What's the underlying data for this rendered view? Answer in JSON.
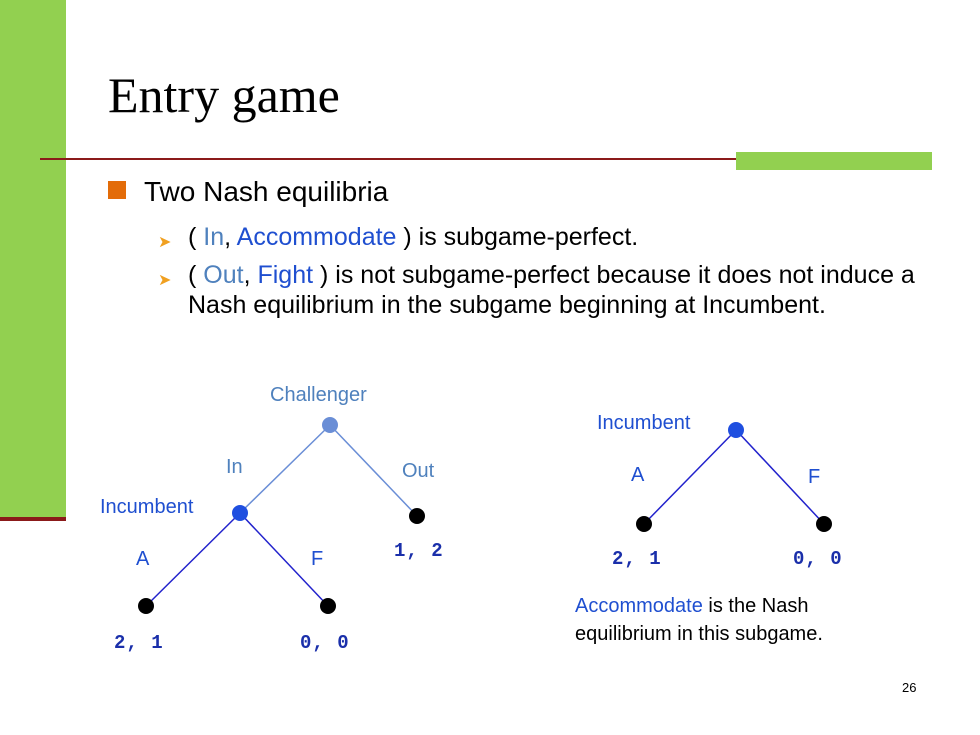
{
  "title": "Entry game",
  "bullet1": "Two Nash equilibria",
  "sub1": {
    "open": "( ",
    "a": "In",
    "comma": ", ",
    "b": "Accommodate",
    "rest": " ) is subgame-perfect."
  },
  "sub2": {
    "open": "( ",
    "a": "Out",
    "comma": ", ",
    "b": "Fight",
    "rest": " ) is not subgame-perfect because it does not induce a Nash equilibrium in the subgame beginning at Incumbent."
  },
  "tree1": {
    "root": "Challenger",
    "left_edge": "In",
    "right_edge": "Out",
    "node2": "Incumbent",
    "a_edge": "A",
    "f_edge": "F",
    "pay_out": "1, 2",
    "pay_a": "2, 1",
    "pay_f": "0, 0"
  },
  "tree2": {
    "root": "Incumbent",
    "a_edge": "A",
    "f_edge": "F",
    "pay_a": "2, 1",
    "pay_f": "0, 0"
  },
  "caption": {
    "highlight": "Accommodate",
    "rest": " is the Nash equilibrium in this subgame."
  },
  "page_number": "26",
  "colors": {
    "green": "#92d050",
    "rule": "#8b1a1a",
    "bullet": "#e36c09",
    "blue": "#1f4fd0",
    "light_blue": "#4f81bd"
  }
}
